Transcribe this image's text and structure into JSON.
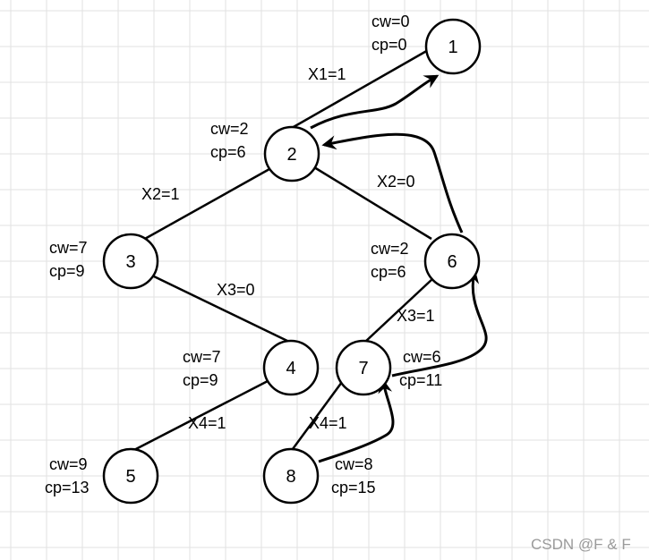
{
  "nodes": [
    {
      "id": "1",
      "label": "1",
      "cw": "cw=0",
      "cp": "cp=0"
    },
    {
      "id": "2",
      "label": "2",
      "cw": "cw=2",
      "cp": "cp=6"
    },
    {
      "id": "3",
      "label": "3",
      "cw": "cw=7",
      "cp": "cp=9"
    },
    {
      "id": "4",
      "label": "4",
      "cw": "cw=7",
      "cp": "cp=9"
    },
    {
      "id": "5",
      "label": "5",
      "cw": "cw=9",
      "cp": "cp=13"
    },
    {
      "id": "6",
      "label": "6",
      "cw": "cw=2",
      "cp": "cp=6"
    },
    {
      "id": "7",
      "label": "7",
      "cw": "cw=6",
      "cp": "cp=11"
    },
    {
      "id": "8",
      "label": "8",
      "cw": "cw=8",
      "cp": "cp=15"
    }
  ],
  "edges": [
    {
      "from": "1",
      "to": "2",
      "label": "X1=1"
    },
    {
      "from": "2",
      "to": "3",
      "label": "X2=1"
    },
    {
      "from": "2",
      "to": "6",
      "label": "X2=0"
    },
    {
      "from": "3",
      "to": "4",
      "label": "X3=0"
    },
    {
      "from": "4",
      "to": "5",
      "label": "X4=1"
    },
    {
      "from": "6",
      "to": "7",
      "label": "X3=1"
    },
    {
      "from": "7",
      "to": "8",
      "label": "X4=1"
    }
  ],
  "backtracks": [
    {
      "from": "2",
      "to": "1"
    },
    {
      "from": "6",
      "to": "2"
    },
    {
      "from": "7",
      "to": "6"
    },
    {
      "from": "8",
      "to": "7"
    }
  ],
  "watermark": "CSDN @F & F",
  "colors": {
    "stroke": "#000000",
    "grid": "#e2e2e2",
    "watermark": "#9a9a9a",
    "background": "#ffffff"
  }
}
